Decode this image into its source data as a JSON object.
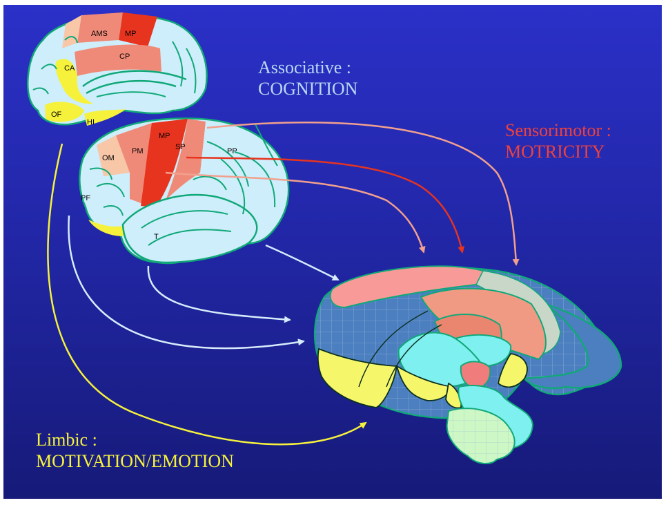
{
  "headings": {
    "associative": {
      "title": "Associative :",
      "subtitle": "COGNITION"
    },
    "sensorimotor": {
      "title": "Sensorimotor :",
      "subtitle": "MOTRICITY"
    },
    "limbic": {
      "title": "Limbic :",
      "subtitle": "MOTIVATION/EMOTION"
    }
  },
  "medial_labels": {
    "ams": "AMS",
    "mp": "MP",
    "cp": "CP",
    "ca": "CA",
    "of": "OF",
    "hi": "HI"
  },
  "lateral_labels": {
    "mp": "MP",
    "pm": "PM",
    "sp": "SP",
    "pp": "PP",
    "om": "OM",
    "pf": "PF",
    "t": "T"
  },
  "colors": {
    "background_top": "#2b30c8",
    "background_bottom": "#161a78",
    "associative": "#b8d8f4",
    "sensorimotor": "#f0413a",
    "limbic": "#f6f23c",
    "premotor": "#f08a78",
    "brain_fill": "#cdeefa",
    "sulcus": "#10a878"
  }
}
